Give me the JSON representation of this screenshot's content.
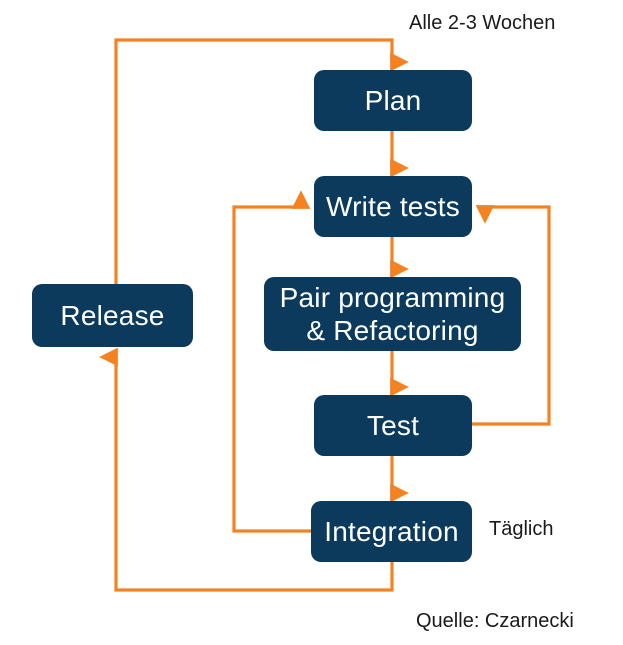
{
  "diagram": {
    "title_implicit": "Agile / XP iteration cycle",
    "colors": {
      "node_fill": "#0b3a5d",
      "node_text": "#ffffff",
      "connector": "#F58220",
      "caption_text": "#1a1a1a",
      "background": "#ffffff"
    },
    "nodes": [
      {
        "id": "plan",
        "label": "Plan"
      },
      {
        "id": "write-tests",
        "label": "Write tests"
      },
      {
        "id": "pair",
        "label": "Pair programming\n& Refactoring"
      },
      {
        "id": "test",
        "label": "Test"
      },
      {
        "id": "integration",
        "label": "Integration"
      },
      {
        "id": "release",
        "label": "Release"
      }
    ],
    "captions": [
      {
        "id": "cadence-iteration",
        "text": "Alle 2-3 Wochen"
      },
      {
        "id": "cadence-daily",
        "text": "Täglich"
      },
      {
        "id": "source",
        "text": "Quelle: Czarnecki"
      }
    ],
    "edges": [
      {
        "from": "plan",
        "to": "write-tests",
        "kind": "arrow-down"
      },
      {
        "from": "write-tests",
        "to": "pair",
        "kind": "arrow-down"
      },
      {
        "from": "pair",
        "to": "test",
        "kind": "arrow-down"
      },
      {
        "from": "test",
        "to": "integration",
        "kind": "arrow-down"
      },
      {
        "from": "test",
        "to": "write-tests",
        "kind": "loop-right"
      },
      {
        "from": "integration",
        "to": "write-tests",
        "kind": "loop-left"
      },
      {
        "from": "integration",
        "to": "release",
        "kind": "loop-bottom-left"
      },
      {
        "from": "release",
        "to": "plan",
        "kind": "loop-top"
      }
    ]
  }
}
